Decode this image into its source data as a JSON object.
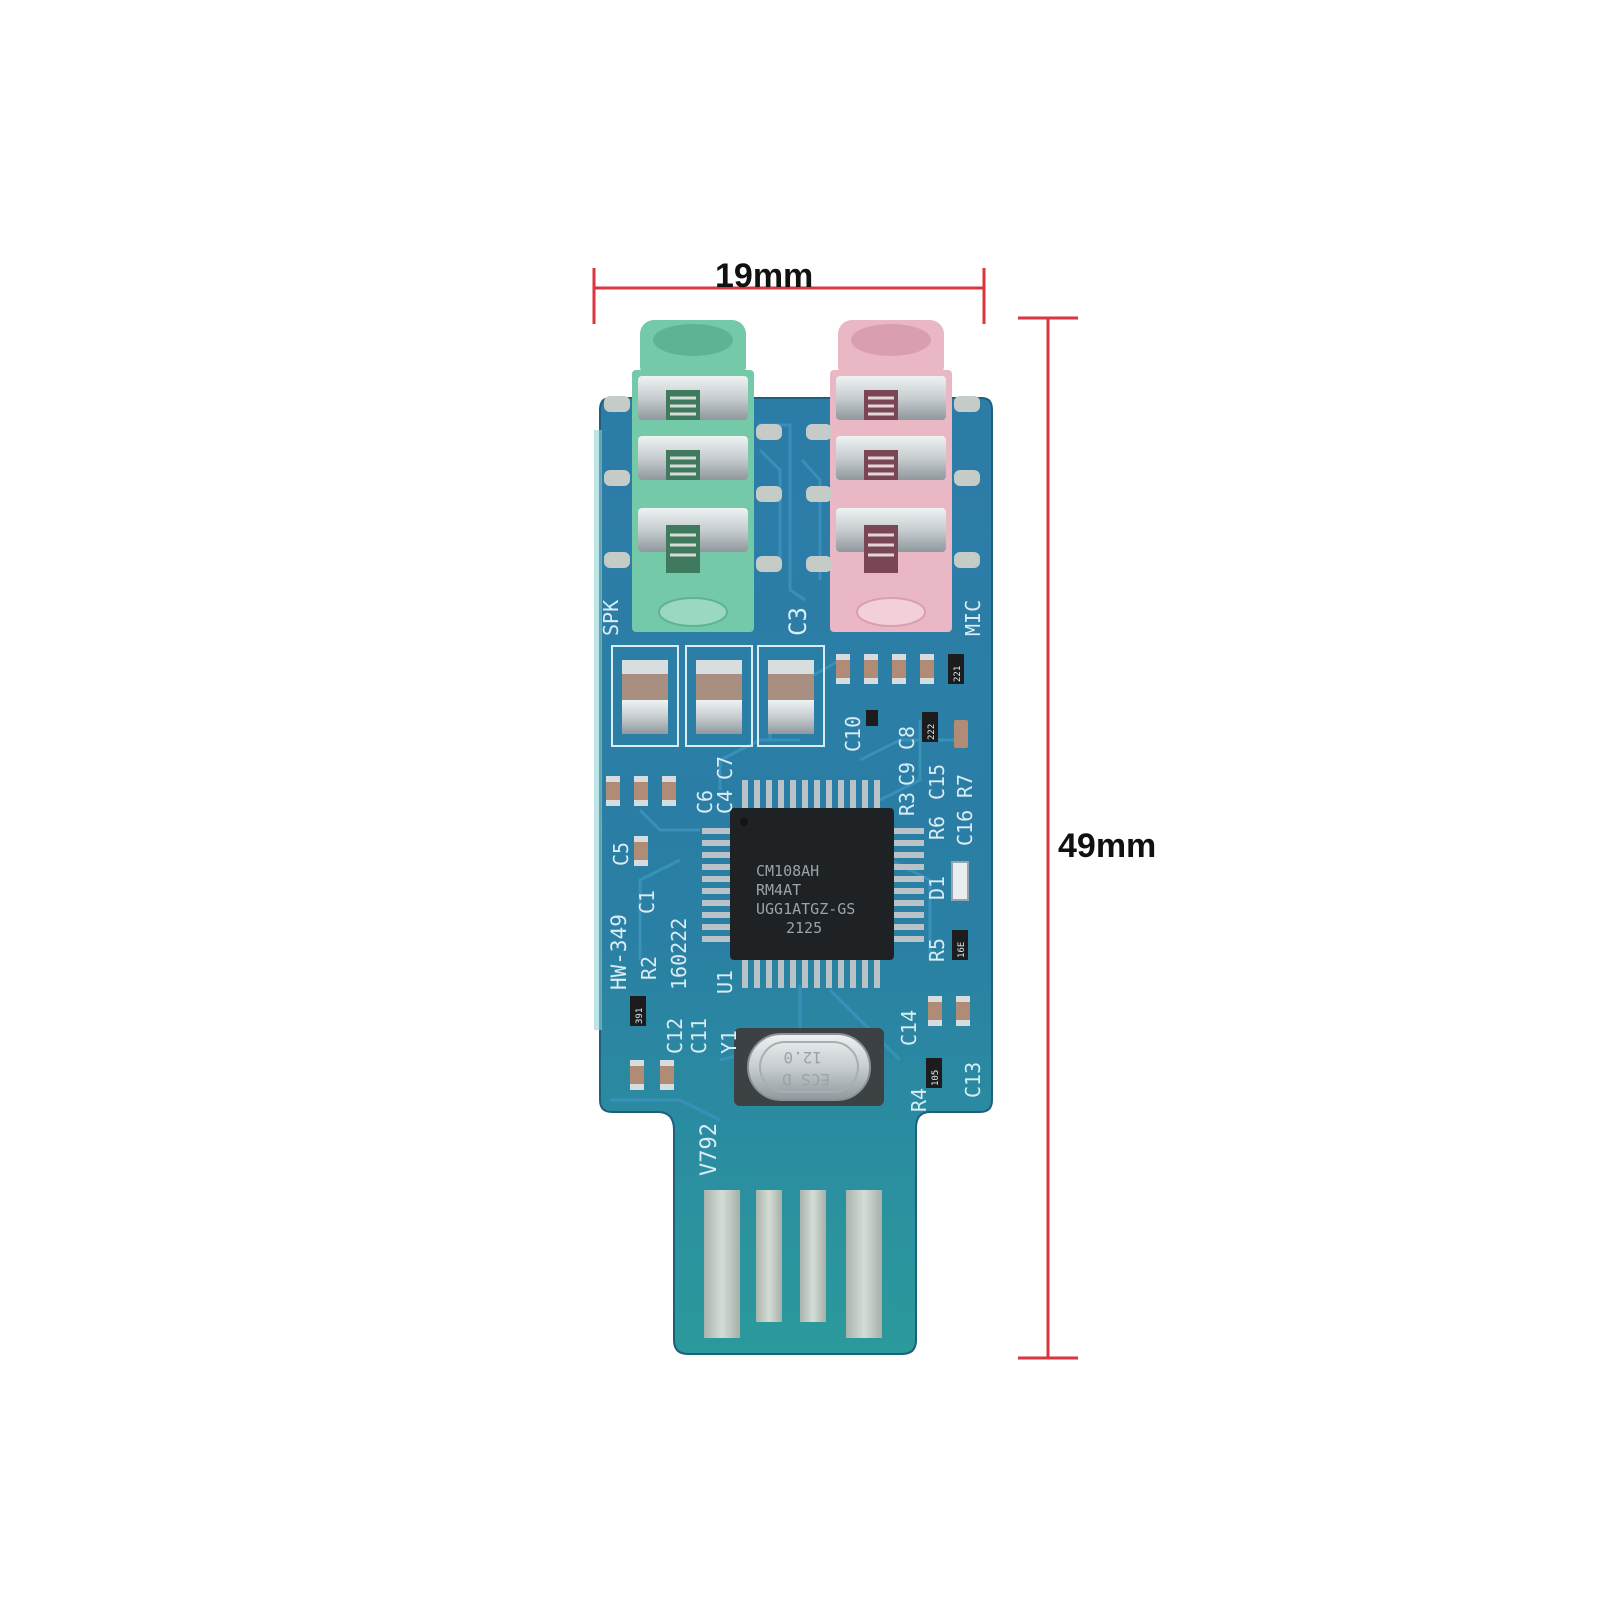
{
  "dimensions": {
    "width": "19mm",
    "height": "49mm",
    "line_color": "#d9363e"
  },
  "board": {
    "pcb_color": "#2a7ea3",
    "jack_left_color": "#74c9a8",
    "jack_right_color": "#e9b8c4",
    "labels": {
      "spk": "SPK",
      "mic": "MIC",
      "c3": "C3",
      "c10": "C10",
      "c8": "C8",
      "c9": "C9",
      "c15": "C15",
      "r7": "R7",
      "c7": "C7",
      "c4": "C4",
      "c6": "C6",
      "r3": "R3",
      "r6": "R6",
      "c16": "C16",
      "c5": "C5",
      "c1": "C1",
      "d1": "D1",
      "hw": "HW-349",
      "r2": "R2",
      "date": "160222",
      "u1": "U1",
      "r5": "R5",
      "c12": "C12",
      "c11": "C11",
      "y1": "Y1",
      "c14": "C14",
      "c13": "C13",
      "r4": "R4",
      "v": "V792"
    },
    "chip_lines": [
      "CM108AH",
      "RM4AT",
      "UGG1ATGZ-GS",
      "2125"
    ],
    "crystal_lines": [
      "12.0",
      "ECS D"
    ],
    "resistor_codes": [
      "221",
      "222",
      "16E",
      "391",
      "105"
    ]
  }
}
